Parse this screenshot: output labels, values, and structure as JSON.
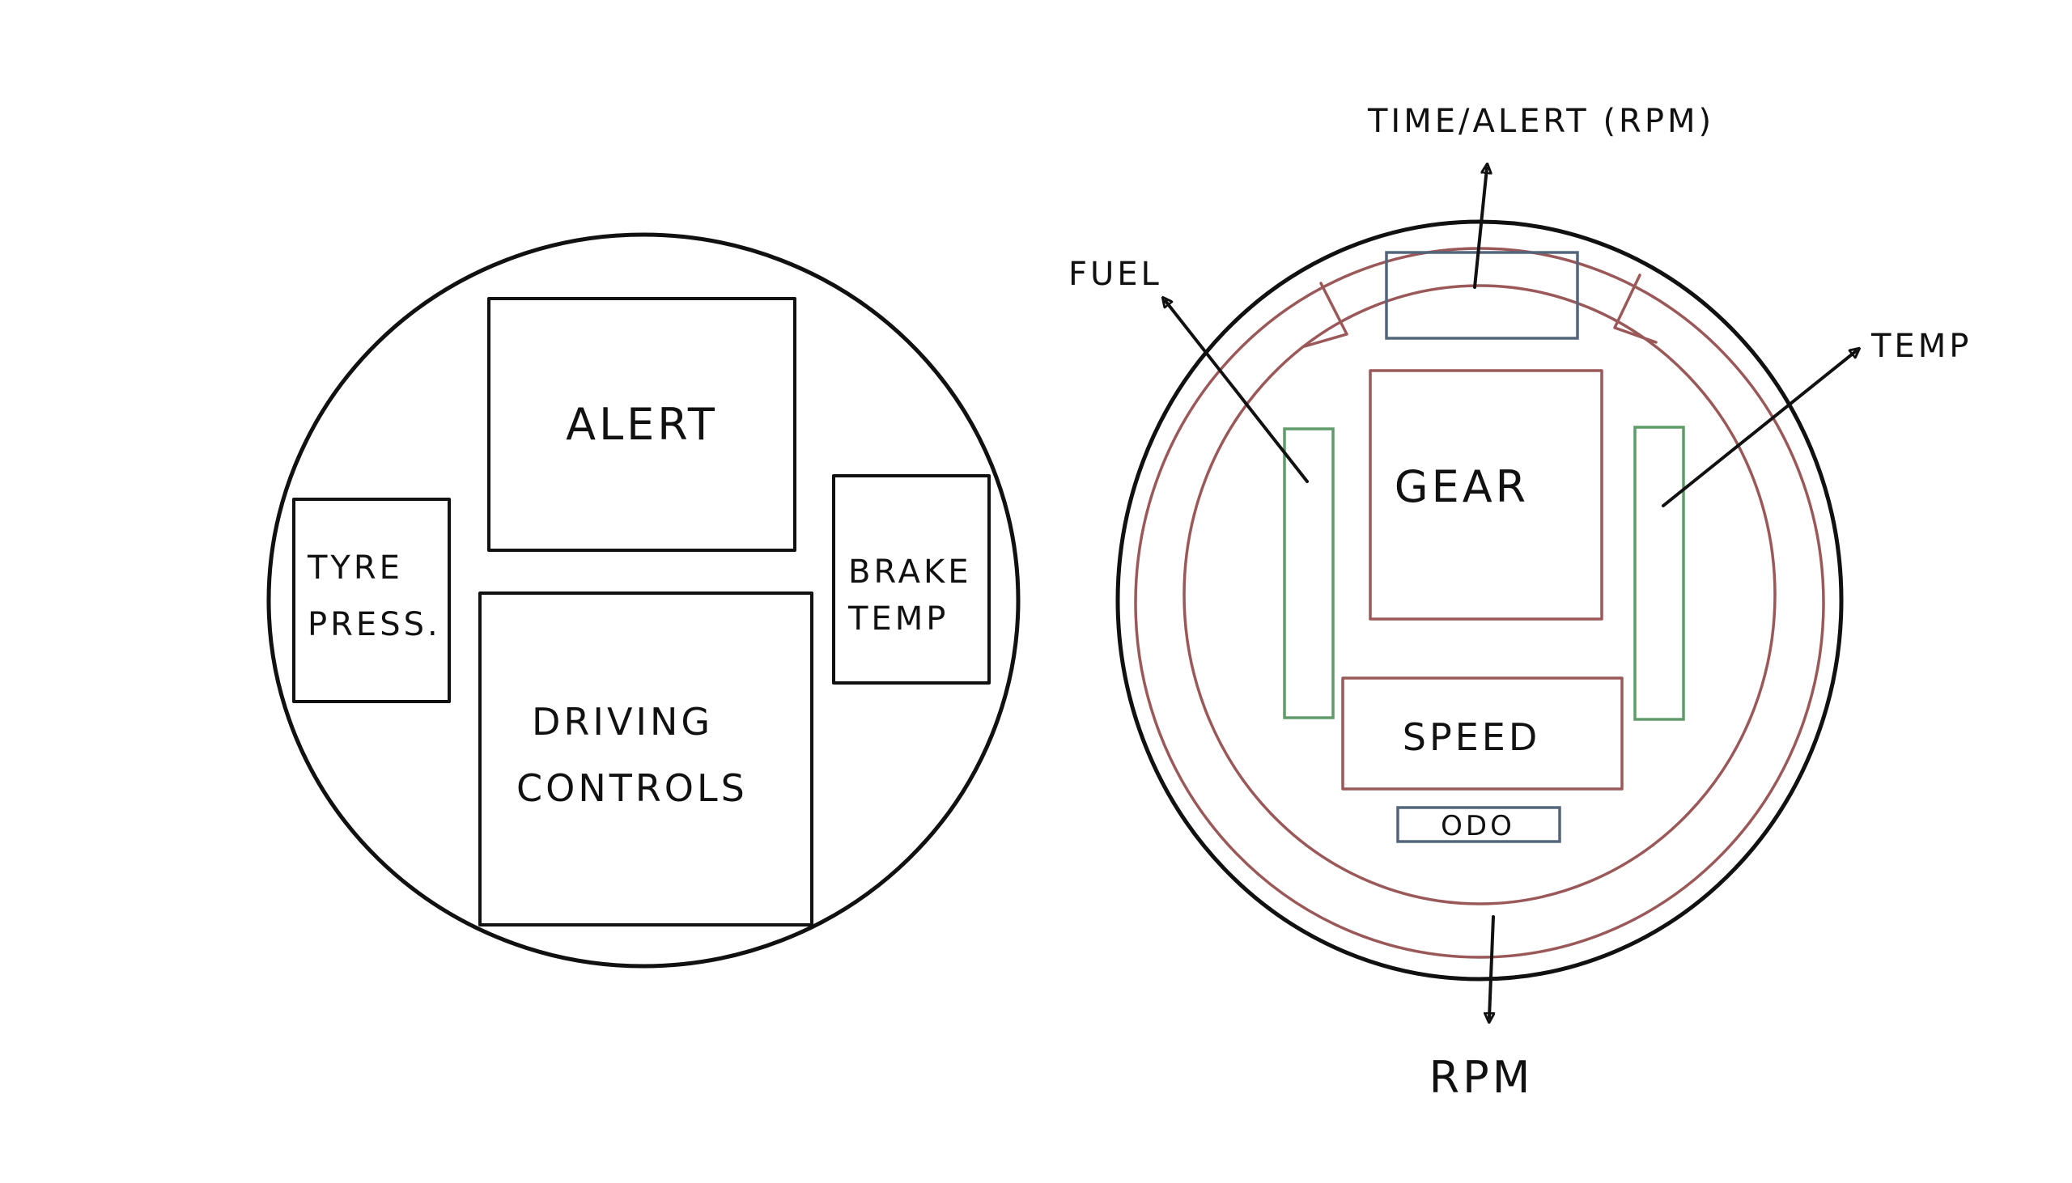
{
  "left_dial": {
    "alert": "ALERT",
    "tyre_line1": "TYRE",
    "tyre_line2": "PRESS.",
    "brake_line1": "BRAKE",
    "brake_line2": "TEMP",
    "driving_line1": "DRIVING",
    "driving_line2": "CONTROLS"
  },
  "right_dial": {
    "gear": "GEAR",
    "speed": "SPEED",
    "odo": "ODO",
    "fuel": "FUEL",
    "time_alert": "TIME/ALERT (RPM)",
    "temp": "TEMP",
    "rpm": "RPM"
  },
  "colors": {
    "ink": "#111111",
    "rpm_ring": "#9a5858",
    "gauges": "#5f9c6a",
    "top_panel": "#52657a"
  }
}
